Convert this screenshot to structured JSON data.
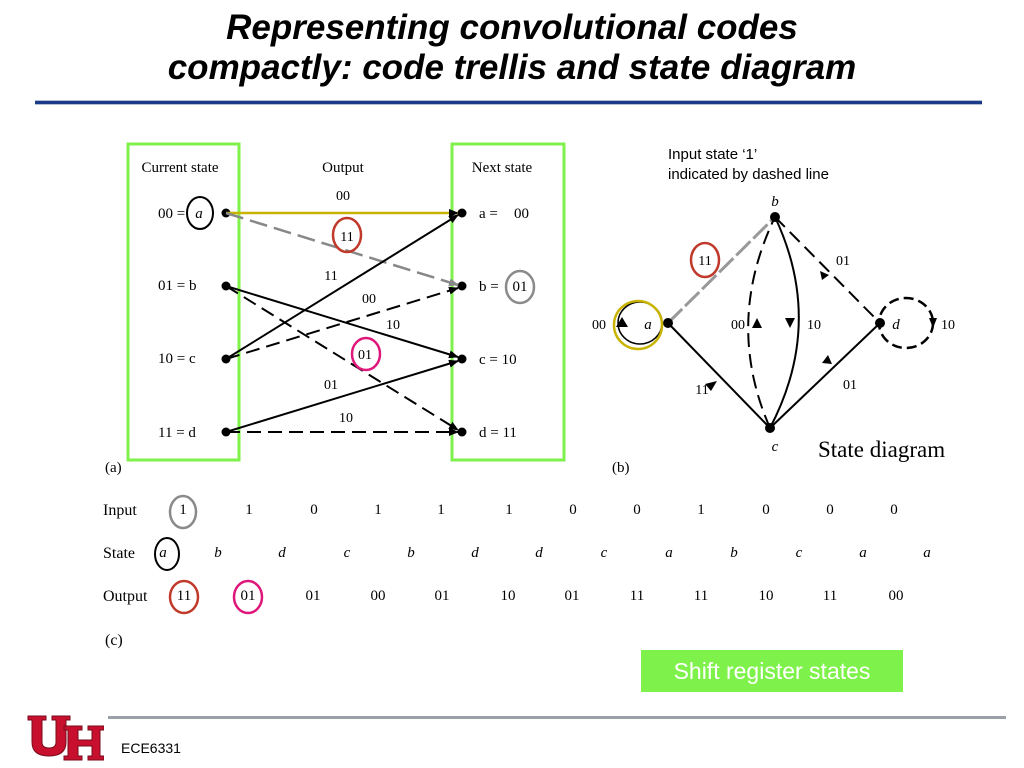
{
  "slide": {
    "title_line1": "Representing convolutional codes",
    "title_line2": "compactly: code trellis and state diagram",
    "course": "ECE6331"
  },
  "trellis": {
    "header_current": "Current state",
    "header_output": "Output",
    "header_next": "Next state",
    "current_states": [
      "00 = a",
      "01 = b",
      "10 = c",
      "11 = d"
    ],
    "next_states": [
      "a = 00",
      "b = 01",
      "c = 10",
      "d = 11"
    ],
    "next_state_prefix": [
      "a =",
      "b =",
      "c = 10",
      "d = 11"
    ],
    "next_state_circled_b": "01",
    "next_state_a_value": "00",
    "current_a_prefix": "00 =",
    "current_a_letter": "a",
    "output_labels": [
      "00",
      "11",
      "11",
      "00",
      "10",
      "01",
      "01",
      "10"
    ],
    "caption": "(a)",
    "highlight_color": "#7ef24a"
  },
  "state_diagram": {
    "note_line1": "Input state ‘1’",
    "note_line2": "indicated by dashed line",
    "nodes": [
      "a",
      "b",
      "c",
      "d"
    ],
    "edge_labels": [
      "00",
      "11",
      "01",
      "00",
      "10",
      "10",
      "11",
      "01"
    ],
    "caption": "(b)",
    "label": "State diagram"
  },
  "sequence": {
    "row_labels": [
      "Input",
      "State",
      "Output"
    ],
    "input": [
      "1",
      "1",
      "0",
      "1",
      "1",
      "1",
      "0",
      "0",
      "1",
      "0",
      "0",
      "0"
    ],
    "state": [
      "a",
      "b",
      "d",
      "c",
      "b",
      "d",
      "d",
      "c",
      "a",
      "b",
      "c",
      "a",
      "a"
    ],
    "output": [
      "11",
      "01",
      "01",
      "00",
      "01",
      "10",
      "01",
      "11",
      "11",
      "10",
      "11",
      "00"
    ],
    "caption": "(c)",
    "box_label": "Shift register states"
  },
  "colors": {
    "dark_red_circle": "#c0392b",
    "magenta_circle": "#e0177a",
    "gray_circle": "#8a8a8a",
    "yellow_circle": "#c8b400",
    "title_rule": "#1c3a8a",
    "logo_red": "#c8102e"
  }
}
